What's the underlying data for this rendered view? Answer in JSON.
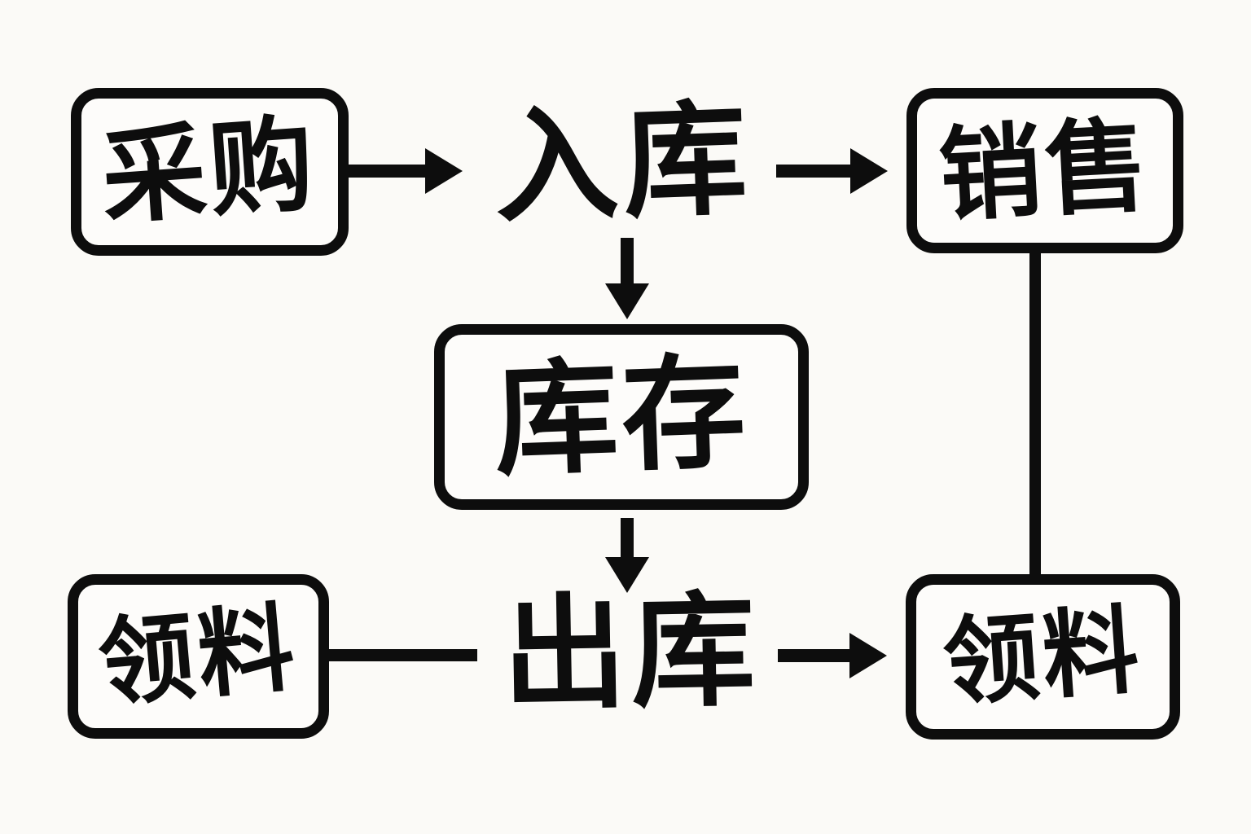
{
  "canvas": {
    "background_color": "#fbfaf7",
    "ink_color": "#0d0d0d"
  },
  "diagram": {
    "description": "inventory-flowchart",
    "nodes": [
      {
        "id": "caigou",
        "label": "采购",
        "shape": "rounded-box"
      },
      {
        "id": "ruku",
        "label": "入库",
        "shape": "plain-text"
      },
      {
        "id": "xiaoshou",
        "label": "销售",
        "shape": "rounded-box"
      },
      {
        "id": "kucun",
        "label": "库存",
        "shape": "rounded-box"
      },
      {
        "id": "lingliao_left",
        "label": "领料",
        "shape": "rounded-box"
      },
      {
        "id": "chuku",
        "label": "出库",
        "shape": "plain-text"
      },
      {
        "id": "lingliao_right",
        "label": "领料",
        "shape": "rounded-box"
      }
    ],
    "edges": [
      {
        "from": "caigou",
        "to": "ruku",
        "style": "arrow",
        "direction": "right"
      },
      {
        "from": "ruku",
        "to": "xiaoshou",
        "style": "arrow",
        "direction": "right"
      },
      {
        "from": "ruku",
        "to": "kucun",
        "style": "arrow",
        "direction": "down"
      },
      {
        "from": "kucun",
        "to": "chuku",
        "style": "arrow",
        "direction": "down"
      },
      {
        "from": "lingliao_left",
        "to": "chuku",
        "style": "plain-line",
        "direction": "right"
      },
      {
        "from": "chuku",
        "to": "lingliao_right",
        "style": "arrow",
        "direction": "right"
      },
      {
        "from": "xiaoshou",
        "to": "lingliao_right",
        "style": "plain-line",
        "direction": "down"
      }
    ]
  }
}
